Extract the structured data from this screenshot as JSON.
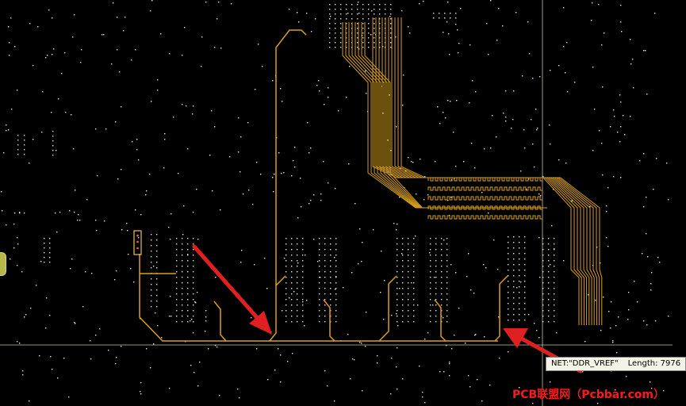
{
  "tooltip": {
    "net": "NET:\"DDR_VREF\"",
    "length_label": "Length:",
    "length_value": "7976"
  },
  "watermark": {
    "text": "PCB联盟网（Pcbbar.com）"
  },
  "colors": {
    "background": "#000000",
    "trace": "#d9a01c",
    "via_dot": "#e8e8e8",
    "crosshair": "#c8c8a0",
    "arrow": "#e02020"
  },
  "icons": {
    "arrow_left": "arrow-icon",
    "arrow_right": "arrow-icon"
  }
}
